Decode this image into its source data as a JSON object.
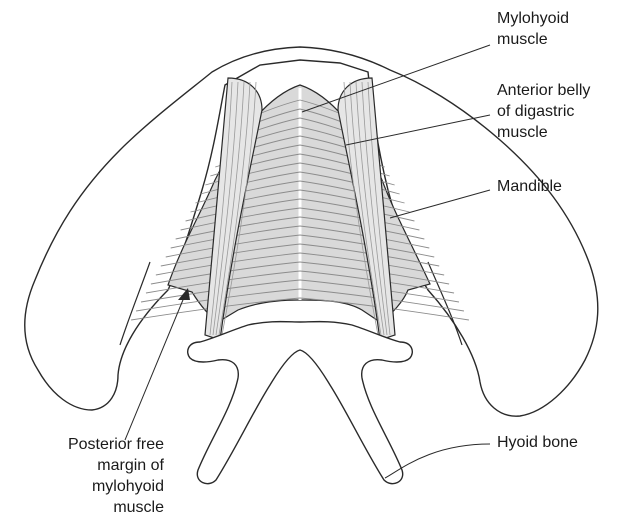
{
  "figure": {
    "labels": {
      "mylohyoid": [
        "Mylohyoid",
        "muscle"
      ],
      "anterior_belly": [
        "Anterior belly",
        "of digastric",
        "muscle"
      ],
      "mandible": [
        "Mandible"
      ],
      "hyoid": [
        "Hyoid bone"
      ],
      "posterior_margin": [
        "Posterior free",
        "margin of",
        "mylohyoid",
        "muscle"
      ]
    },
    "colors": {
      "outline": "#2a2a2a",
      "muscle_fill": "#d9d9d9",
      "fiber": "#8c8c8c",
      "bone_fill": "#ffffff"
    }
  }
}
